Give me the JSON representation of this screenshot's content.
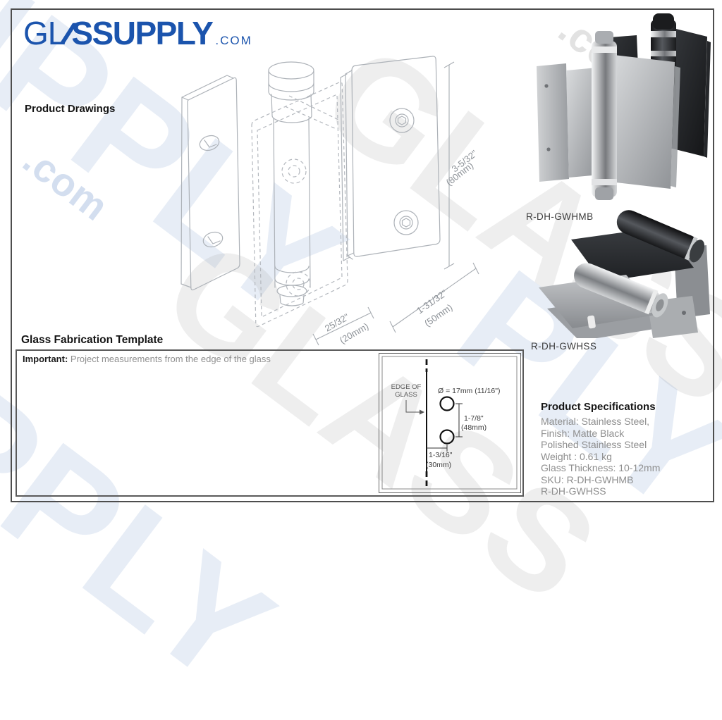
{
  "brand": {
    "part_thin": "GL",
    "part_slashes": "∕∕",
    "part_bold": "SSUPPLY",
    "tld": ".COM",
    "blue": "#1b54ad"
  },
  "headings": {
    "product_drawings": "Product Drawings",
    "fabrication_template": "Glass Fabrication Template"
  },
  "drawing_dimensions": {
    "height_in": "3-5/32\"",
    "height_mm": "(80mm)",
    "width_in": "1-31/32\"",
    "width_mm": "(50mm)",
    "depth_in": "25/32\"",
    "depth_mm": "(20mm)"
  },
  "products": [
    {
      "sku": "R-DH-GWHMB",
      "finish_color": "#1e2023"
    },
    {
      "sku": "R-DH-GWHSS",
      "finish_color": "#b9bcc0"
    }
  ],
  "fabrication": {
    "important_label": "Important:",
    "important_text": "Project measurements from the edge of the glass",
    "edge_label_line1": "EDGE OF",
    "edge_label_line2": "GLASS",
    "hole_diameter": "Ø = 17mm (11/16\")",
    "hole_spacing_in": "1-7/8\"",
    "hole_spacing_mm": "(48mm)",
    "edge_offset_in": "1-3/16\"",
    "edge_offset_mm": "(30mm)"
  },
  "specifications": {
    "title": "Product Specifications",
    "lines": [
      "Material: Stainless Steel,",
      "Finish: Matte Black",
      "Polished Stainless Steel",
      "Weight : 0.61 kg",
      "Glass Thickness: 10-12mm",
      "SKU: R-DH-GWHMB",
      "R-DH-GWHSS"
    ]
  },
  "watermark": {
    "fragments": [
      "SUPPLY",
      "SUPPLY",
      "GLASS",
      "GLASS",
      "PLY",
      ".com",
      ".com"
    ]
  }
}
